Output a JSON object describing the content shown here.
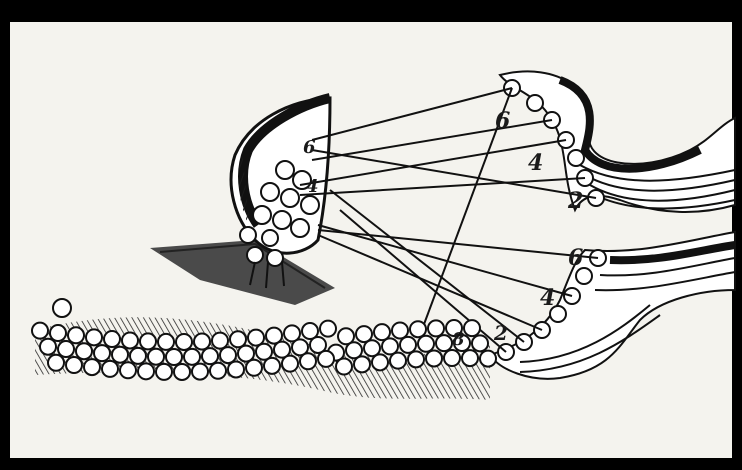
{
  "illustration": {
    "labels": {
      "top_upper": "6",
      "top_middle": "4",
      "top_lower": "2",
      "bottom_upper": "6",
      "bottom_middle": "4",
      "bottom_lower": "2",
      "cup_upper": "6",
      "cup_lower": "4",
      "row_label": "8"
    }
  },
  "colors": {
    "background": "#000000",
    "paper": "#f4f3ee",
    "ink": "#1a1a1a"
  }
}
